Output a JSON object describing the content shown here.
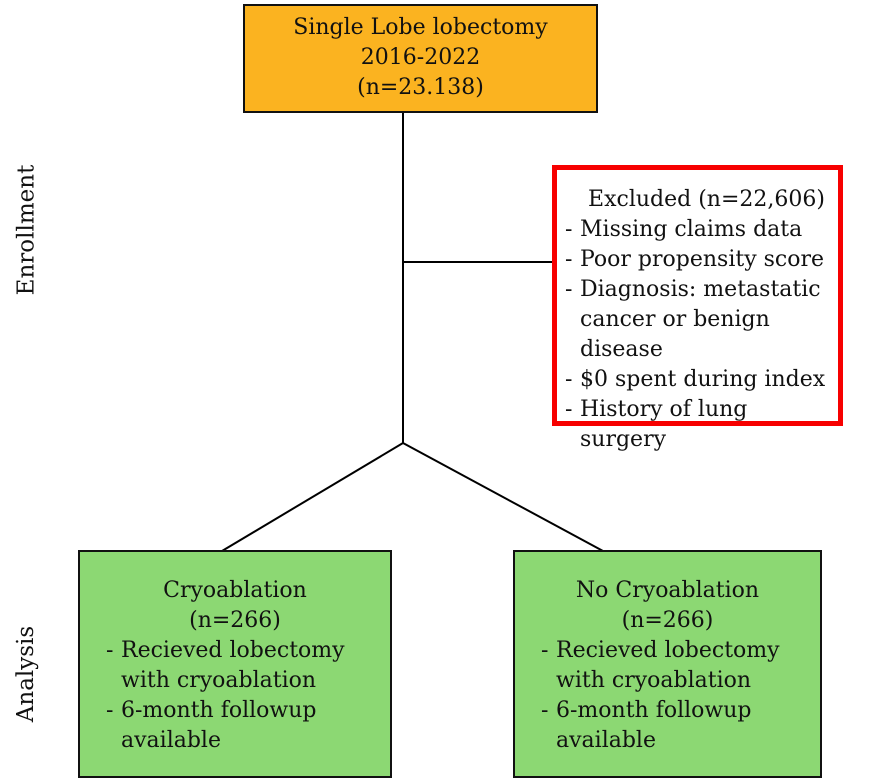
{
  "colors": {
    "top_box_bg": "#FBB320",
    "green_box_bg": "#8CD873",
    "excluded_border": "#F70000",
    "line_color": "#000000"
  },
  "bullet_marker": "-",
  "sections": {
    "enrollment_label": "Enrollment",
    "analysis_label": "Analysis"
  },
  "boxes": {
    "top": {
      "lines": [
        "Single Lobe lobectomy",
        "2016-2022",
        "(n=23.138)"
      ]
    },
    "excluded": {
      "title": "Excluded (n=22,606)",
      "items": [
        "Missing claims data",
        "Poor propensity score",
        "Diagnosis: metastatic\ncancer or benign disease",
        "$0 spent during index",
        "History of lung surgery"
      ]
    },
    "cryo": {
      "title": "Cryoablation",
      "n": "(n=266)",
      "items": [
        "Recieved lobectomy\nwith cryoablation",
        "6-month followup\navailable"
      ]
    },
    "no_cryo": {
      "title": "No Cryoablation",
      "n": "(n=266)",
      "items": [
        "Recieved lobectomy\nwith cryoablation",
        "6-month followup\navailable"
      ]
    }
  }
}
